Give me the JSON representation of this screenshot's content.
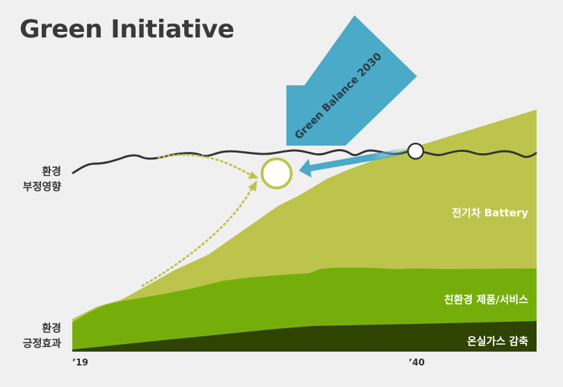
{
  "title": "Green Initiative",
  "y_labels": {
    "negative_line1": "환경",
    "negative_line2": "부정영향",
    "positive_line1": "환경",
    "positive_line2": "긍정효과"
  },
  "x_ticks": [
    "’19",
    "’40"
  ],
  "banner": {
    "text": "Green Balance 2030",
    "color": "#4aaac8"
  },
  "layers": [
    {
      "label": "전기차 Battery",
      "color": "#bcc44c"
    },
    {
      "label": "친환경 제품/서비스",
      "color": "#75ae0b"
    },
    {
      "label": "온실가스 감축",
      "color": "#2f4303"
    }
  ],
  "colors": {
    "background": "#f0f0f0",
    "line": "#333333"
  }
}
